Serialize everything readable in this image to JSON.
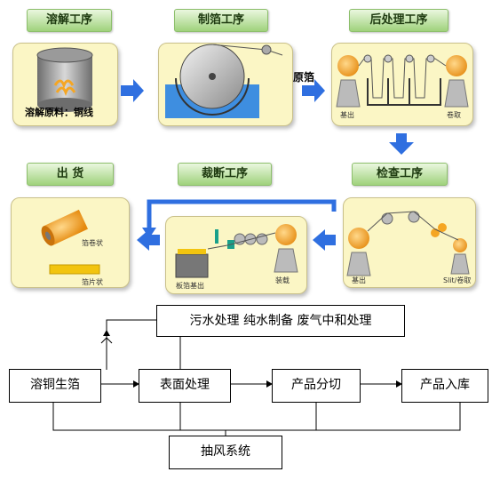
{
  "stages": {
    "dissolve": "溶解工序",
    "foil": "制箔工序",
    "post": "后处理工序",
    "ship": "出 货",
    "cut": "裁断工序",
    "inspect": "检查工序"
  },
  "panel_text": {
    "dissolve_material": "溶解原料：铜线",
    "raw_foil": "原箔",
    "post_unwind": "基出",
    "post_wind": "卷取",
    "ship_roll": "箔卷状",
    "ship_sheet": "箔片状",
    "cut_feed": "板箔基出",
    "cut_wind": "装载",
    "inspect_unwind": "基出",
    "inspect_wind": "Slit/卷取"
  },
  "flow": {
    "top": "污水处理  纯水制备  废气中和处理",
    "n1": "溶铜生箔",
    "n2": "表面处理",
    "n3": "产品分切",
    "n4": "产品入库",
    "bottom": "抽风系统"
  },
  "colors": {
    "arrow_blue": "#2f6fe0",
    "panel_fill": "#fbf6c5",
    "label_green": "#9fd27c",
    "roll_orange": "#f5a623",
    "machine_gray": "#b8b8b8"
  }
}
